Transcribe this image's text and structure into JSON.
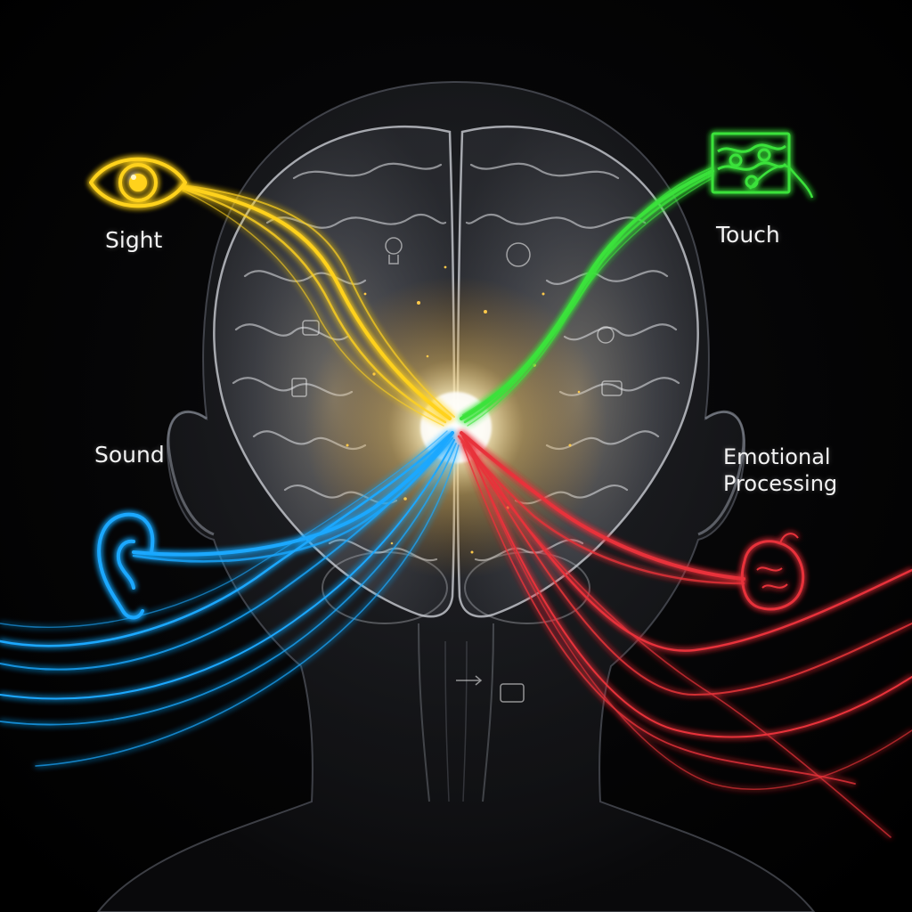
{
  "labels": {
    "sight": "Sight",
    "touch": "Touch",
    "sound": "Sound",
    "emotion_line1": "Emotional",
    "emotion_line2": "Processing"
  },
  "colors": {
    "background": "#000000",
    "sight": "#ffd21e",
    "touch": "#3be23b",
    "sound": "#1aa8ff",
    "emotion": "#e8323a",
    "core_glow": "#fff2c4"
  },
  "icons": {
    "sight": "eye-icon",
    "touch": "hand-touch-icon",
    "sound": "ear-icon",
    "emotion": "emotion-blob-icon"
  }
}
